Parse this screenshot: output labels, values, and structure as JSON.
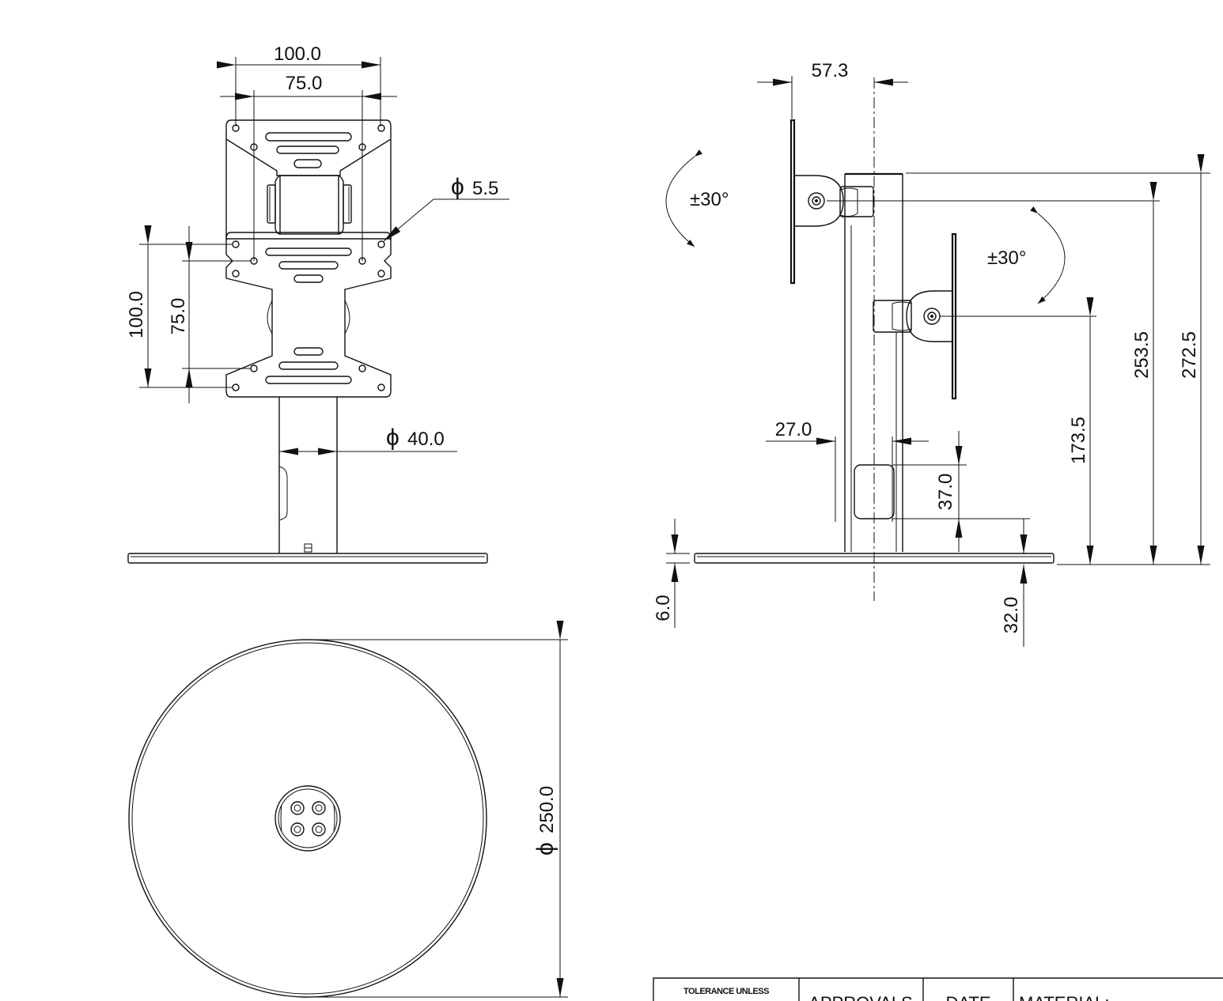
{
  "dimensions": {
    "front_width_outer": "100.0",
    "front_width_inner": "75.0",
    "front_height_outer": "100.0",
    "front_height_inner": "75.0",
    "hole_diameter": "5.5",
    "pole_diameter": "40.0",
    "side_offset": "57.3",
    "tilt_upper": "±30°",
    "tilt_lower": "±30°",
    "pole_width": "27.0",
    "slot_height": "37.0",
    "base_thickness": "6.0",
    "slot_bottom": "32.0",
    "lower_pivot_height": "173.5",
    "upper_pivot_height": "253.5",
    "total_height": "272.5",
    "base_diameter": "250.0"
  },
  "symbols": {
    "diameter": "ϕ"
  },
  "title_block": {
    "tolerance": "TOLERANCE UNLESS",
    "approvals": "APPROVALS",
    "date": "DATE",
    "material": "MATERIAL:"
  }
}
